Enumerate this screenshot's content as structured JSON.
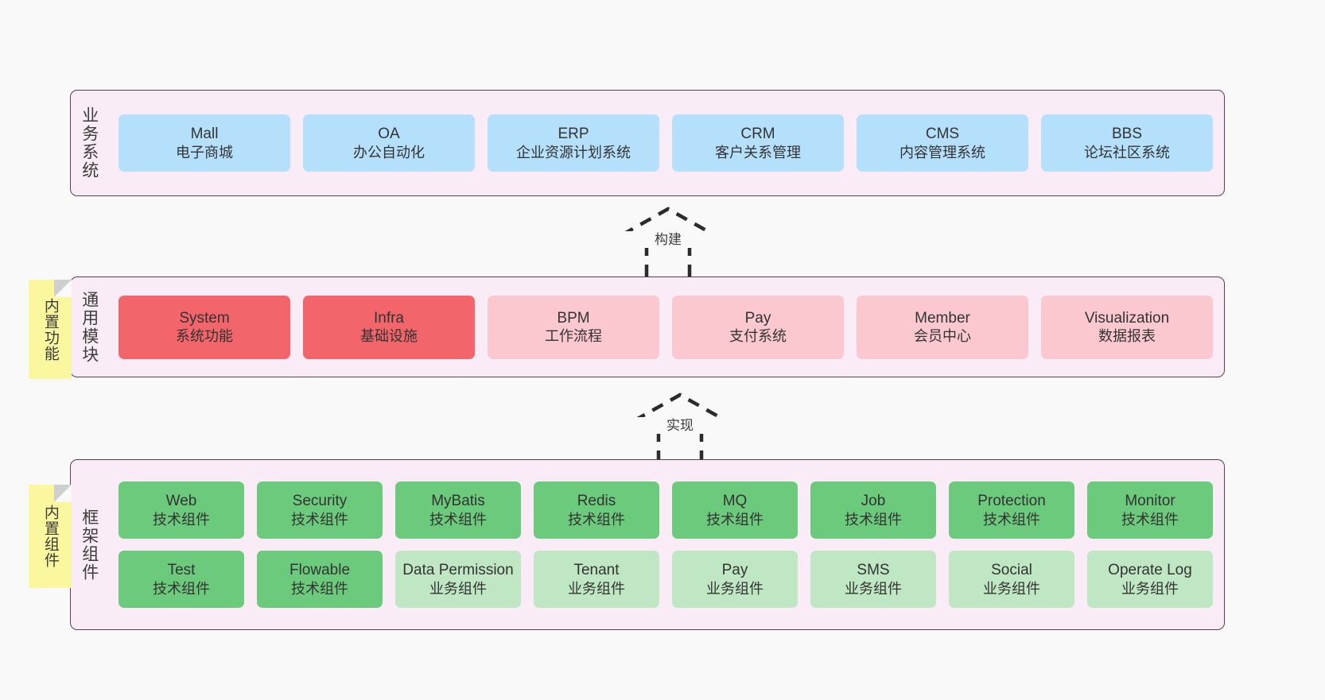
{
  "layers": [
    {
      "id": "business",
      "label": "业务系统",
      "rows": [
        [
          {
            "title": "Mall",
            "subtitle": "电子商城",
            "color": "#b5e0fb"
          },
          {
            "title": "OA",
            "subtitle": "办公自动化",
            "color": "#b5e0fb"
          },
          {
            "title": "ERP",
            "subtitle": "企业资源计划系统",
            "color": "#b5e0fb"
          },
          {
            "title": "CRM",
            "subtitle": "客户关系管理",
            "color": "#b5e0fb"
          },
          {
            "title": "CMS",
            "subtitle": "内容管理系统",
            "color": "#b5e0fb"
          },
          {
            "title": "BBS",
            "subtitle": "论坛社区系统",
            "color": "#b5e0fb"
          }
        ]
      ]
    },
    {
      "id": "common",
      "label": "通用模块",
      "rows": [
        [
          {
            "title": "System",
            "subtitle": "系统功能",
            "color": "#f2656a"
          },
          {
            "title": "Infra",
            "subtitle": "基础设施",
            "color": "#f2656a"
          },
          {
            "title": "BPM",
            "subtitle": "工作流程",
            "color": "#fbc8d0"
          },
          {
            "title": "Pay",
            "subtitle": "支付系统",
            "color": "#fbc8d0"
          },
          {
            "title": "Member",
            "subtitle": "会员中心",
            "color": "#fbc8d0"
          },
          {
            "title": "Visualization",
            "subtitle": "数据报表",
            "color": "#fbc8d0"
          }
        ]
      ]
    },
    {
      "id": "framework",
      "label": "框架组件",
      "rows": [
        [
          {
            "title": "Web",
            "subtitle": "技术组件",
            "color": "#6cca7c"
          },
          {
            "title": "Security",
            "subtitle": "技术组件",
            "color": "#6cca7c"
          },
          {
            "title": "MyBatis",
            "subtitle": "技术组件",
            "color": "#6cca7c"
          },
          {
            "title": "Redis",
            "subtitle": "技术组件",
            "color": "#6cca7c"
          },
          {
            "title": "MQ",
            "subtitle": "技术组件",
            "color": "#6cca7c"
          },
          {
            "title": "Job",
            "subtitle": "技术组件",
            "color": "#6cca7c"
          },
          {
            "title": "Protection",
            "subtitle": "技术组件",
            "color": "#6cca7c"
          },
          {
            "title": "Monitor",
            "subtitle": "技术组件",
            "color": "#6cca7c"
          }
        ],
        [
          {
            "title": "Test",
            "subtitle": "技术组件",
            "color": "#6cca7c"
          },
          {
            "title": "Flowable",
            "subtitle": "技术组件",
            "color": "#6cca7c"
          },
          {
            "title": "Data Permission",
            "subtitle": "业务组件",
            "color": "#bfe7c3"
          },
          {
            "title": "Tenant",
            "subtitle": "业务组件",
            "color": "#bfe7c3"
          },
          {
            "title": "Pay",
            "subtitle": "业务组件",
            "color": "#bfe7c3"
          },
          {
            "title": "SMS",
            "subtitle": "业务组件",
            "color": "#bfe7c3"
          },
          {
            "title": "Social",
            "subtitle": "业务组件",
            "color": "#bfe7c3"
          },
          {
            "title": "Operate Log",
            "subtitle": "业务组件",
            "color": "#bfe7c3"
          }
        ]
      ]
    }
  ],
  "sticky_notes": [
    {
      "id": "function",
      "label": "内置功能",
      "color": "#fbf79e"
    },
    {
      "id": "component",
      "label": "内置组件",
      "color": "#fbf79e"
    }
  ],
  "connectors": [
    {
      "id": "build",
      "label": "构建",
      "style": "dashed-hollow-arrow-up"
    },
    {
      "id": "impl",
      "label": "实现",
      "style": "dashed-hollow-arrow-up"
    }
  ],
  "colors": {
    "background": "#f9f9f9",
    "layer_fill": "#f9ecf6",
    "layer_border": "#56414f",
    "business_card": "#b5e0fb",
    "module_primary": "#f2656a",
    "module_secondary": "#fbc8d0",
    "tech_component": "#6cca7c",
    "business_component": "#bfe7c3",
    "sticky": "#fbf79e",
    "text": "#333333"
  }
}
